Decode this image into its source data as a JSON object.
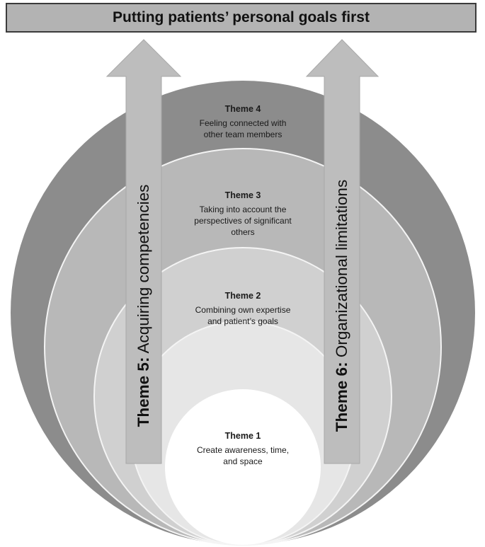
{
  "title": "Putting patients’ personal goals first",
  "themes": [
    {
      "heading": "Theme 4",
      "description": "Feeling connected with\nother team members"
    },
    {
      "heading": "Theme 3",
      "description": "Taking into account the\nperspectives of  significant\nothers"
    },
    {
      "heading": "Theme 2",
      "description": "Combining own expertise\nand patient’s goals"
    },
    {
      "heading": "Theme 1",
      "description": "Create awareness, time,\nand space"
    }
  ],
  "arrows": {
    "left": {
      "number": "Theme 5:",
      "text": "Acquiring competencies"
    },
    "right": {
      "number": "Theme 6:",
      "text": "Organizational limitations"
    }
  },
  "colors": {
    "outer_ring": "#8c8c8c",
    "ring_3": "#b8b8b8",
    "ring_2": "#d0d0d0",
    "ring_1": "#e6e6e6",
    "core": "#ffffff",
    "arrow_fill": "#bdbdbd",
    "title_fill": "#b3b3b3",
    "circle_stroke": "#f4f4f4"
  }
}
